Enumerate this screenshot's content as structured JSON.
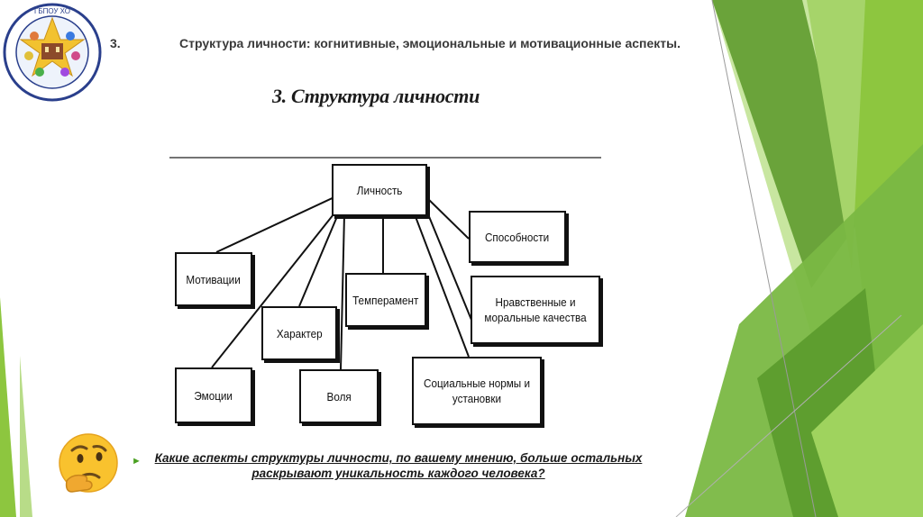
{
  "heading": {
    "number": "3.",
    "text": "Структура личности: когнитивные, эмоциональные и мотивационные аспекты."
  },
  "diagram": {
    "title": "3. Структура личности",
    "root": "Личность",
    "nodes": [
      {
        "id": "sposobnosti",
        "label": "Способности"
      },
      {
        "id": "motivatsii",
        "label": "Мотивации"
      },
      {
        "id": "temperament",
        "label": "Темперамент"
      },
      {
        "id": "nravstvennye",
        "label": "Нравственные и моральные качества"
      },
      {
        "id": "kharakter",
        "label": "Характер"
      },
      {
        "id": "emotsii",
        "label": "Эмоции"
      },
      {
        "id": "volya",
        "label": "Воля"
      },
      {
        "id": "sotsialnye",
        "label": "Социальные нормы и установки"
      }
    ]
  },
  "question": "Какие аспекты структуры личности, по вашему мнению, больше остальных раскрывают уникальность каждого человека?",
  "logo": {
    "caption_top": "ГБПОУ ХО",
    "icon": "college-emblem-icon"
  },
  "emoji": {
    "icon": "thinking-face-icon"
  },
  "colors": {
    "accent_green": "#8dc63f",
    "dark_green": "#4e8f2a",
    "light_green": "#c8e6a0",
    "bullet": "#4aa021"
  }
}
